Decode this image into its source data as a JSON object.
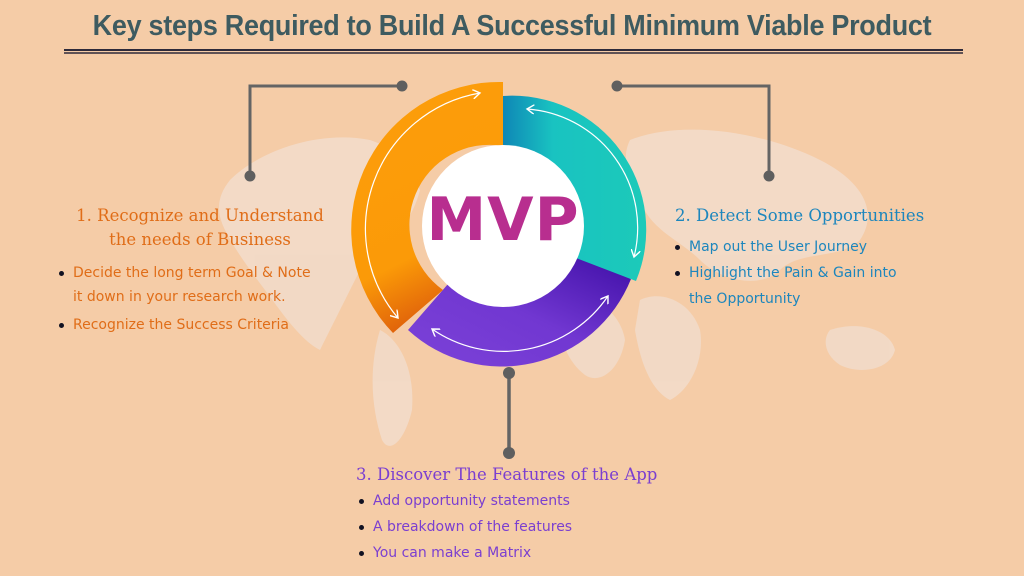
{
  "title": "Key steps Required to Build A Successful Minimum Viable Product",
  "center_label": "MVP",
  "colors": {
    "background": "#f5cca7",
    "title": "#3e5b60",
    "segment_orange": "#fb9c0a",
    "segment_teal": "#1cc7c0",
    "segment_purple": "#7a3fd4",
    "center_text": "#b82e8f",
    "connector": "#626262",
    "step1_text": "#e06d18",
    "step2_text": "#1d86bd",
    "step3_text": "#7b3fd0"
  },
  "steps": [
    {
      "heading_line1": "1. Recognize and Understand",
      "heading_line2": "the needs of Business",
      "bullets": [
        {
          "line1": "Decide the long term Goal & Note",
          "line2": "it down in your research work."
        },
        {
          "line1": "Recognize the Success Criteria"
        }
      ]
    },
    {
      "heading_line1": "2. Detect Some Opportunities",
      "bullets": [
        {
          "line1": "Map out the User Journey"
        },
        {
          "line1": "Highlight the Pain & Gain into",
          "line2": "the Opportunity"
        }
      ]
    },
    {
      "heading_line1": "3. Discover The Features of the App",
      "bullets": [
        {
          "line1": "Add opportunity statements"
        },
        {
          "line1": "A breakdown of the features"
        },
        {
          "line1": "You can make a Matrix"
        }
      ]
    }
  ]
}
